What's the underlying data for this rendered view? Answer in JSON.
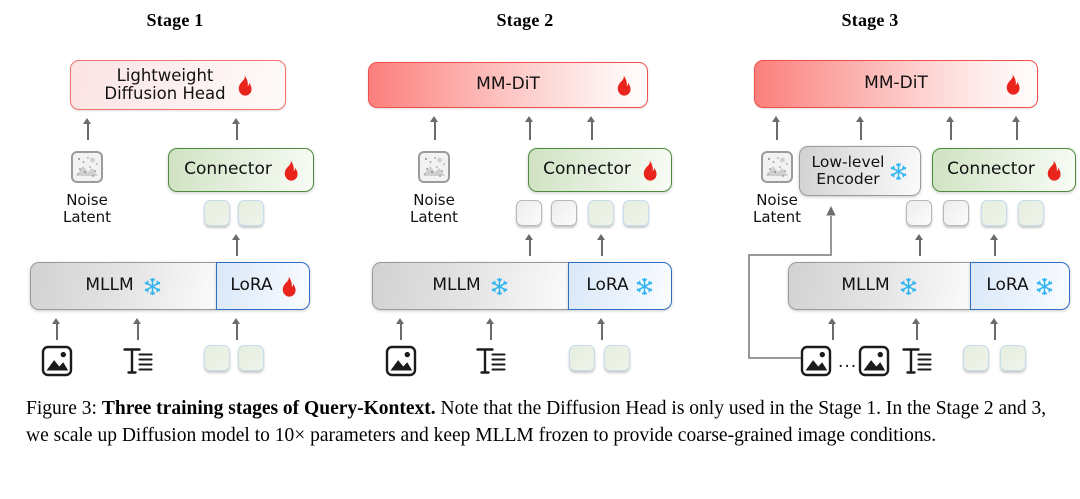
{
  "figure": {
    "caption_prefix": "Figure 3: ",
    "caption_bold": "Three training stages of Query-Kontext.",
    "caption_rest": " Note that the Diffusion Head is only used in the Stage 1. In the Stage 2 and 3, we scale up Diffusion model to 10× parameters and keep MLLM frozen to provide coarse-grained image conditions."
  },
  "stages": [
    {
      "title": "Stage 1",
      "top_box": {
        "label": "Lightweight\nDiffusion Head",
        "state": "trainable",
        "marker": "flame-icon"
      },
      "connector": {
        "label": "Connector",
        "state": "trainable",
        "marker": "flame-icon"
      },
      "mllm": {
        "label": "MLLM",
        "state": "frozen",
        "marker": "snowflake-icon"
      },
      "lora": {
        "label": "LoRA",
        "state": "trainable",
        "marker": "flame-icon"
      },
      "noise": {
        "label": "Noise\nLatent",
        "icon": "noise-latent-icon"
      },
      "inputs": [
        "image-icon",
        "text-icon"
      ],
      "upper_tokens": [
        "green",
        "green"
      ],
      "lower_tokens": [
        "green",
        "green"
      ]
    },
    {
      "title": "Stage 2",
      "top_box": {
        "label": "MM-DiT",
        "state": "trainable",
        "marker": "flame-icon"
      },
      "connector": {
        "label": "Connector",
        "state": "trainable",
        "marker": "flame-icon"
      },
      "mllm": {
        "label": "MLLM",
        "state": "frozen",
        "marker": "snowflake-icon"
      },
      "lora": {
        "label": "LoRA",
        "state": "frozen",
        "marker": "snowflake-icon"
      },
      "noise": {
        "label": "Noise\nLatent",
        "icon": "noise-latent-icon"
      },
      "inputs": [
        "image-icon",
        "text-icon"
      ],
      "upper_tokens": [
        "gray",
        "gray",
        "green",
        "green"
      ],
      "lower_tokens": [
        "green",
        "green"
      ]
    },
    {
      "title": "Stage 3",
      "top_box": {
        "label": "MM-DiT",
        "state": "trainable",
        "marker": "flame-icon"
      },
      "low_level_encoder": {
        "label": "Low-level\nEncoder",
        "state": "frozen",
        "marker": "snowflake-icon"
      },
      "connector": {
        "label": "Connector",
        "state": "trainable",
        "marker": "flame-icon"
      },
      "mllm": {
        "label": "MLLM",
        "state": "frozen",
        "marker": "snowflake-icon"
      },
      "lora": {
        "label": "LoRA",
        "state": "frozen",
        "marker": "snowflake-icon"
      },
      "noise": {
        "label": "Noise\nLatent",
        "icon": "noise-latent-icon"
      },
      "inputs": [
        "image-icon",
        "image-icon",
        "text-icon"
      ],
      "input_ellipsis": "...",
      "upper_tokens": [
        "gray",
        "gray",
        "green",
        "green"
      ],
      "lower_tokens": [
        "green",
        "green"
      ]
    }
  ],
  "colors": {
    "trainable_flame": "#e8241c",
    "frozen_snowflake": "#33b5f0",
    "diffusion_head_border": "#f1726f",
    "mmdit_border": "#f2504d",
    "connector_border": "#4e8b3c",
    "mllm_border": "#9a9a9a",
    "lora_border": "#2e6fc4",
    "arrow": "#6b6b6b"
  }
}
